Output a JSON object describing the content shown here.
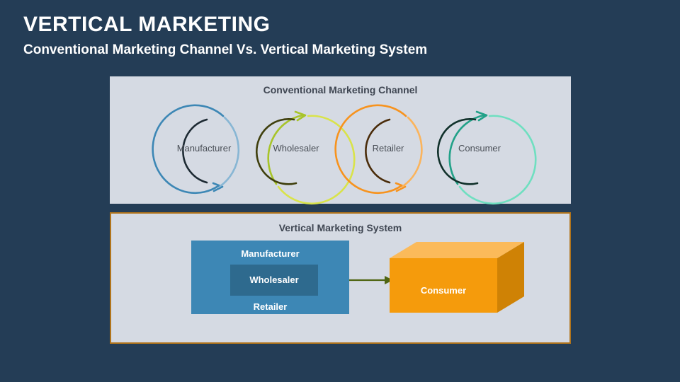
{
  "header": {
    "title": "VERTICAL MARKETING",
    "subtitle": "Conventional  Marketing Channel Vs. Vertical Marketing System"
  },
  "colors": {
    "slide_background": "#243d56",
    "panel_background": "#d5dae3",
    "panel_bottom_border": "#b1741b",
    "blue_box": "#3d87b5",
    "inner_box": "#2e6a8e",
    "cube_front": "#f59b0c",
    "cube_top": "#fbba5a",
    "cube_side": "#cf8205",
    "arrow": "#4f6512",
    "heading_text": "#3f4652",
    "circle_label_text": "#4a4f57"
  },
  "conventional_panel": {
    "heading": "Conventional Marketing Channel",
    "stages": [
      {
        "label": "Manufacturer",
        "outer_color": "#3d87b5",
        "tail_color": "#88b6d4",
        "inner_color": "#1d2a33",
        "arrow_position": "bottom"
      },
      {
        "label": "Wholesaler",
        "outer_color": "#a8c42a",
        "tail_color": "#d9e34a",
        "inner_color": "#3f3f0d",
        "arrow_position": "top"
      },
      {
        "label": "Retailer",
        "outer_color": "#f7931e",
        "tail_color": "#fbb45c",
        "inner_color": "#4a2c0a",
        "arrow_position": "bottom"
      },
      {
        "label": "Consumer",
        "outer_color": "#22a188",
        "tail_color": "#6fdfc0",
        "inner_color": "#11312b",
        "arrow_position": "top"
      }
    ]
  },
  "vertical_panel": {
    "heading": "Vertical Marketing System",
    "blue_box": {
      "top_label": "Manufacturer",
      "inner_label": "Wholesaler",
      "bottom_label": "Retailer"
    },
    "arrow_icon": "right-arrow-icon",
    "cube": {
      "label": "Consumer"
    }
  }
}
